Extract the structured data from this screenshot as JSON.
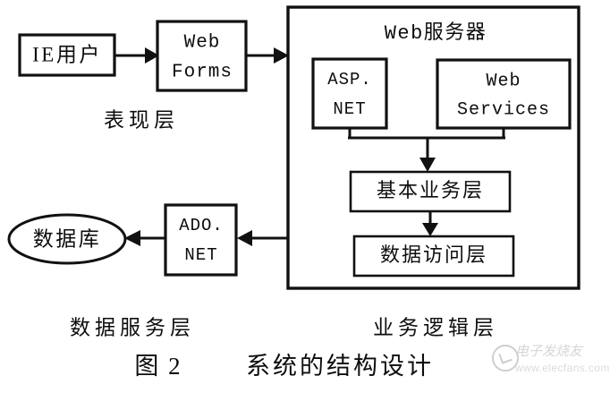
{
  "figure": {
    "caption_number": "图 2",
    "caption_text": "系统的结构设计"
  },
  "diagram": {
    "type": "architecture-block-diagram",
    "nodes": {
      "ie_client": {
        "label": "IE用户",
        "shape": "rect"
      },
      "web_forms": {
        "label_line1": "Web",
        "label_line2": "Forms",
        "shape": "rect"
      },
      "web_server": {
        "label": "Web服务器",
        "shape": "container-rect"
      },
      "asp_net": {
        "label_line1": "ASP.",
        "label_line2": "NET",
        "shape": "rect"
      },
      "web_services": {
        "label_line1": "Web",
        "label_line2": "Services",
        "shape": "rect"
      },
      "basic_business_layer": {
        "label": "基本业务层",
        "shape": "rect"
      },
      "data_access_layer": {
        "label": "数据访问层",
        "shape": "rect"
      },
      "ado_net": {
        "label_line1": "ADO.",
        "label_line2": "NET",
        "shape": "rect"
      },
      "database": {
        "label": "数据库",
        "shape": "ellipse"
      }
    },
    "layer_labels": {
      "presentation": "表现层",
      "data_service": "数据服务层",
      "business_logic": "业务逻辑层"
    },
    "edges": [
      {
        "from": "ie_client",
        "to": "web_forms",
        "direction": "right"
      },
      {
        "from": "web_forms",
        "to": "web_server",
        "direction": "right"
      },
      {
        "from": "asp_net",
        "to": "basic_business_layer",
        "direction": "down"
      },
      {
        "from": "web_services",
        "to": "basic_business_layer",
        "direction": "down"
      },
      {
        "from": "basic_business_layer",
        "to": "data_access_layer",
        "direction": "down"
      },
      {
        "from": "web_server",
        "to": "ado_net",
        "direction": "left"
      },
      {
        "from": "ado_net",
        "to": "database",
        "direction": "left"
      }
    ]
  },
  "watermark": {
    "brand": "电子发烧友",
    "url": "www.elecfans.com"
  },
  "colors": {
    "ink": "#111111",
    "paper": "#ffffff",
    "watermark": "#a8aeb4"
  }
}
